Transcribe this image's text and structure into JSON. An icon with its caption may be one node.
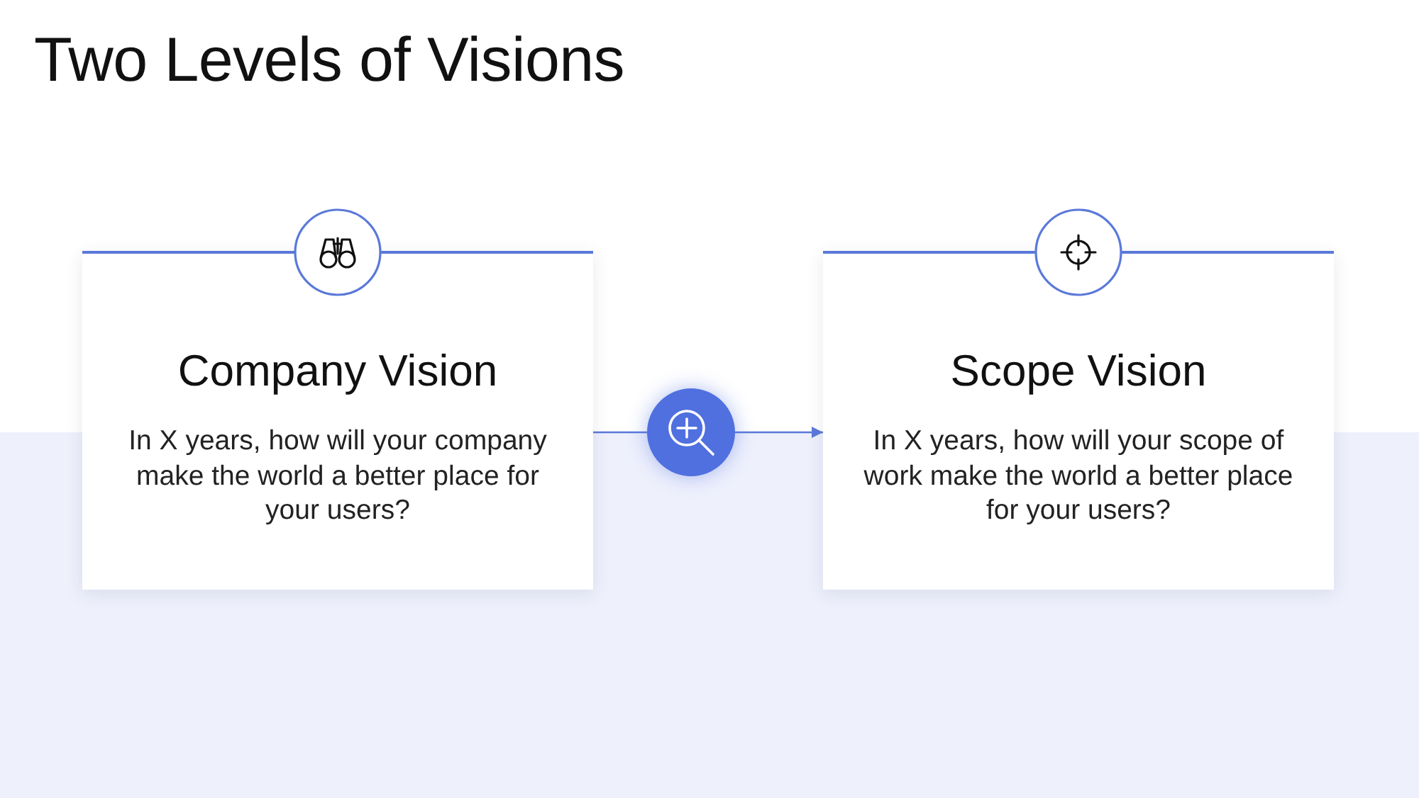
{
  "diagram": {
    "title": "Two Levels of Visions",
    "nodes": [
      {
        "text": [
          "Company Vision",
          "In X years, how will your company make the world a better place for your users?"
        ]
      },
      {
        "text": [],
        "shape": "circle"
      },
      {
        "text": [
          "Scope Vision",
          "In X years, how will your scope of work make the world a better place for your users?"
        ]
      }
    ],
    "edges": [
      {
        "from": 0,
        "to": 1,
        "arrow": "none"
      },
      {
        "from": 1,
        "to": 2,
        "arrow": "to"
      }
    ]
  }
}
